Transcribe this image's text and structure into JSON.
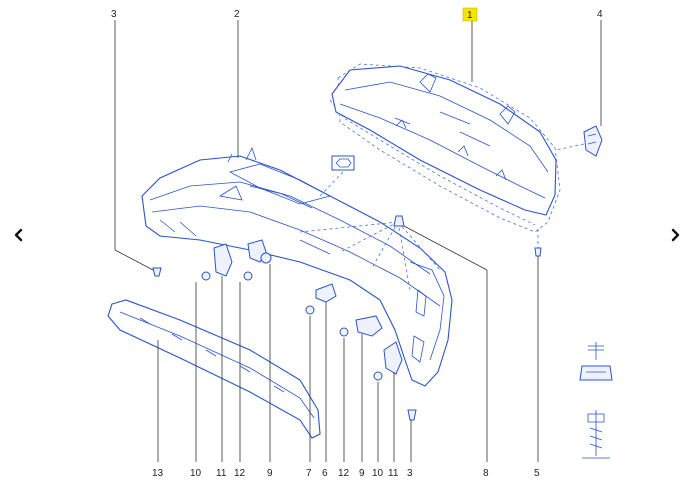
{
  "viewer": {
    "prev_icon": "chevron-left-icon",
    "next_icon": "chevron-right-icon"
  },
  "colors": {
    "line_art": "#2a55c8",
    "highlight": "#f5e600",
    "leader": "#333333"
  },
  "callouts": {
    "top": [
      "3",
      "2",
      "1",
      "4"
    ],
    "bottom": [
      "13",
      "10",
      "11",
      "12",
      "9",
      "7",
      "6",
      "12",
      "9",
      "10",
      "11",
      "3",
      "8",
      "5"
    ],
    "highlighted": "1"
  }
}
